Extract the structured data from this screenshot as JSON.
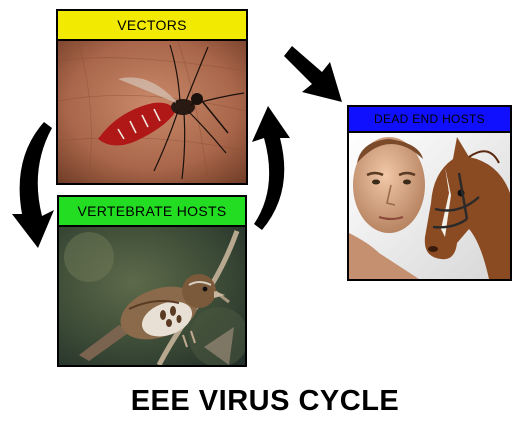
{
  "nodes": {
    "vectors": {
      "label": "VECTORS",
      "color": "#f2ea00",
      "image": "mosquito on skin"
    },
    "vertebrate_hosts": {
      "label": "VERTEBRATE HOSTS",
      "color": "#22dd22",
      "image": "sparrow on branch"
    },
    "dead_end_hosts": {
      "label": "DEAD END HOSTS",
      "color": "#1010ff",
      "image": "human and horse"
    }
  },
  "caption": "EEE VIRUS CYCLE"
}
